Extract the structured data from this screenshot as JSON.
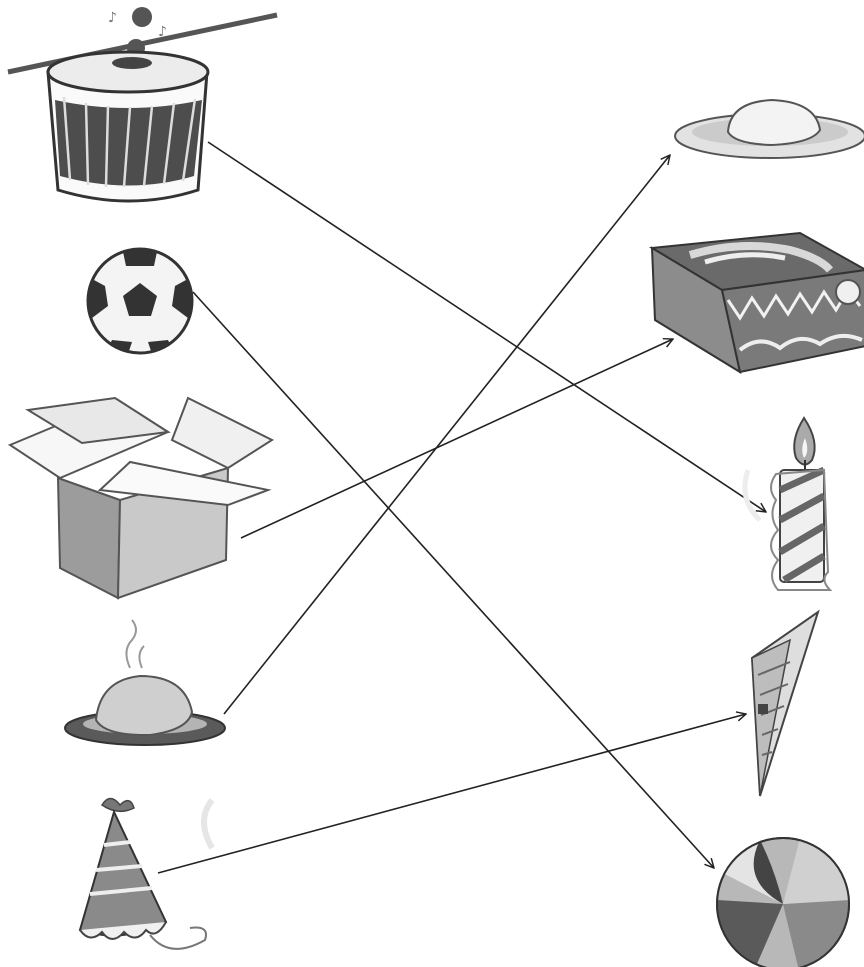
{
  "title": "",
  "left_items": [
    {
      "id": "drum",
      "icon": "drum-icon"
    },
    {
      "id": "soccer-ball",
      "icon": "soccer-ball-icon"
    },
    {
      "id": "cardboard-box",
      "icon": "open-box-icon"
    },
    {
      "id": "hot-bun-on-plate",
      "icon": "steaming-bun-icon"
    },
    {
      "id": "party-hat",
      "icon": "party-hat-icon"
    }
  ],
  "right_items": [
    {
      "id": "bun-on-plate",
      "icon": "bun-plate-icon"
    },
    {
      "id": "decorated-gift-box",
      "icon": "gift-box-icon"
    },
    {
      "id": "candle",
      "icon": "candle-icon"
    },
    {
      "id": "paper-cone",
      "icon": "paper-cone-icon"
    },
    {
      "id": "beach-ball",
      "icon": "beach-ball-icon"
    }
  ],
  "matches": [
    {
      "from": "drum",
      "to": "candle"
    },
    {
      "from": "soccer-ball",
      "to": "beach-ball"
    },
    {
      "from": "cardboard-box",
      "to": "decorated-gift-box"
    },
    {
      "from": "hot-bun-on-plate",
      "to": "bun-on-plate"
    },
    {
      "from": "party-hat",
      "to": "paper-cone"
    }
  ],
  "colors": {
    "line": "#222222",
    "dark": "#555555",
    "mid": "#9a9a9a",
    "light": "#d6d6d6"
  }
}
